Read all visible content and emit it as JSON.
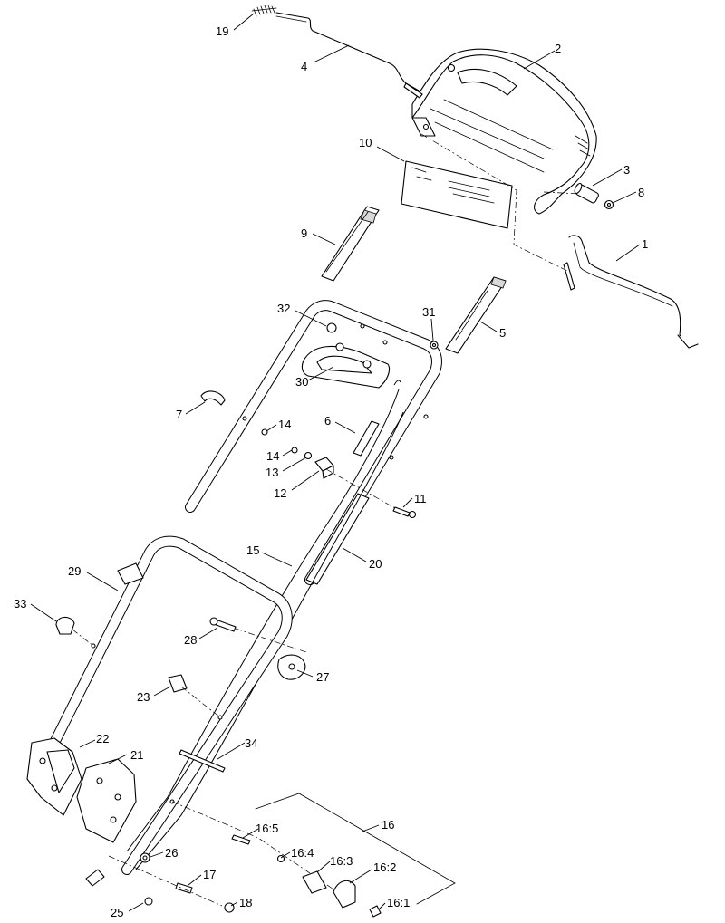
{
  "callouts": [
    {
      "id": "c1",
      "label": "1"
    },
    {
      "id": "c2",
      "label": "2"
    },
    {
      "id": "c3",
      "label": "3"
    },
    {
      "id": "c4",
      "label": "4"
    },
    {
      "id": "c5",
      "label": "5"
    },
    {
      "id": "c6",
      "label": "6"
    },
    {
      "id": "c7",
      "label": "7"
    },
    {
      "id": "c8",
      "label": "8"
    },
    {
      "id": "c9",
      "label": "9"
    },
    {
      "id": "c10",
      "label": "10"
    },
    {
      "id": "c11",
      "label": "11"
    },
    {
      "id": "c12",
      "label": "12"
    },
    {
      "id": "c13",
      "label": "13"
    },
    {
      "id": "c14a",
      "label": "14"
    },
    {
      "id": "c14b",
      "label": "14"
    },
    {
      "id": "c15",
      "label": "15"
    },
    {
      "id": "c16",
      "label": "16"
    },
    {
      "id": "c16_1",
      "label": "16:1"
    },
    {
      "id": "c16_2",
      "label": "16:2"
    },
    {
      "id": "c16_3",
      "label": "16:3"
    },
    {
      "id": "c16_4",
      "label": "16:4"
    },
    {
      "id": "c16_5",
      "label": "16:5"
    },
    {
      "id": "c17",
      "label": "17"
    },
    {
      "id": "c18",
      "label": "18"
    },
    {
      "id": "c19",
      "label": "19"
    },
    {
      "id": "c20",
      "label": "20"
    },
    {
      "id": "c21",
      "label": "21"
    },
    {
      "id": "c22",
      "label": "22"
    },
    {
      "id": "c23",
      "label": "23"
    },
    {
      "id": "c25",
      "label": "25"
    },
    {
      "id": "c26",
      "label": "26"
    },
    {
      "id": "c27",
      "label": "27"
    },
    {
      "id": "c28",
      "label": "28"
    },
    {
      "id": "c29",
      "label": "29"
    },
    {
      "id": "c30",
      "label": "30"
    },
    {
      "id": "c31",
      "label": "31"
    },
    {
      "id": "c32",
      "label": "32"
    },
    {
      "id": "c33",
      "label": "33"
    },
    {
      "id": "c34",
      "label": "34"
    }
  ]
}
